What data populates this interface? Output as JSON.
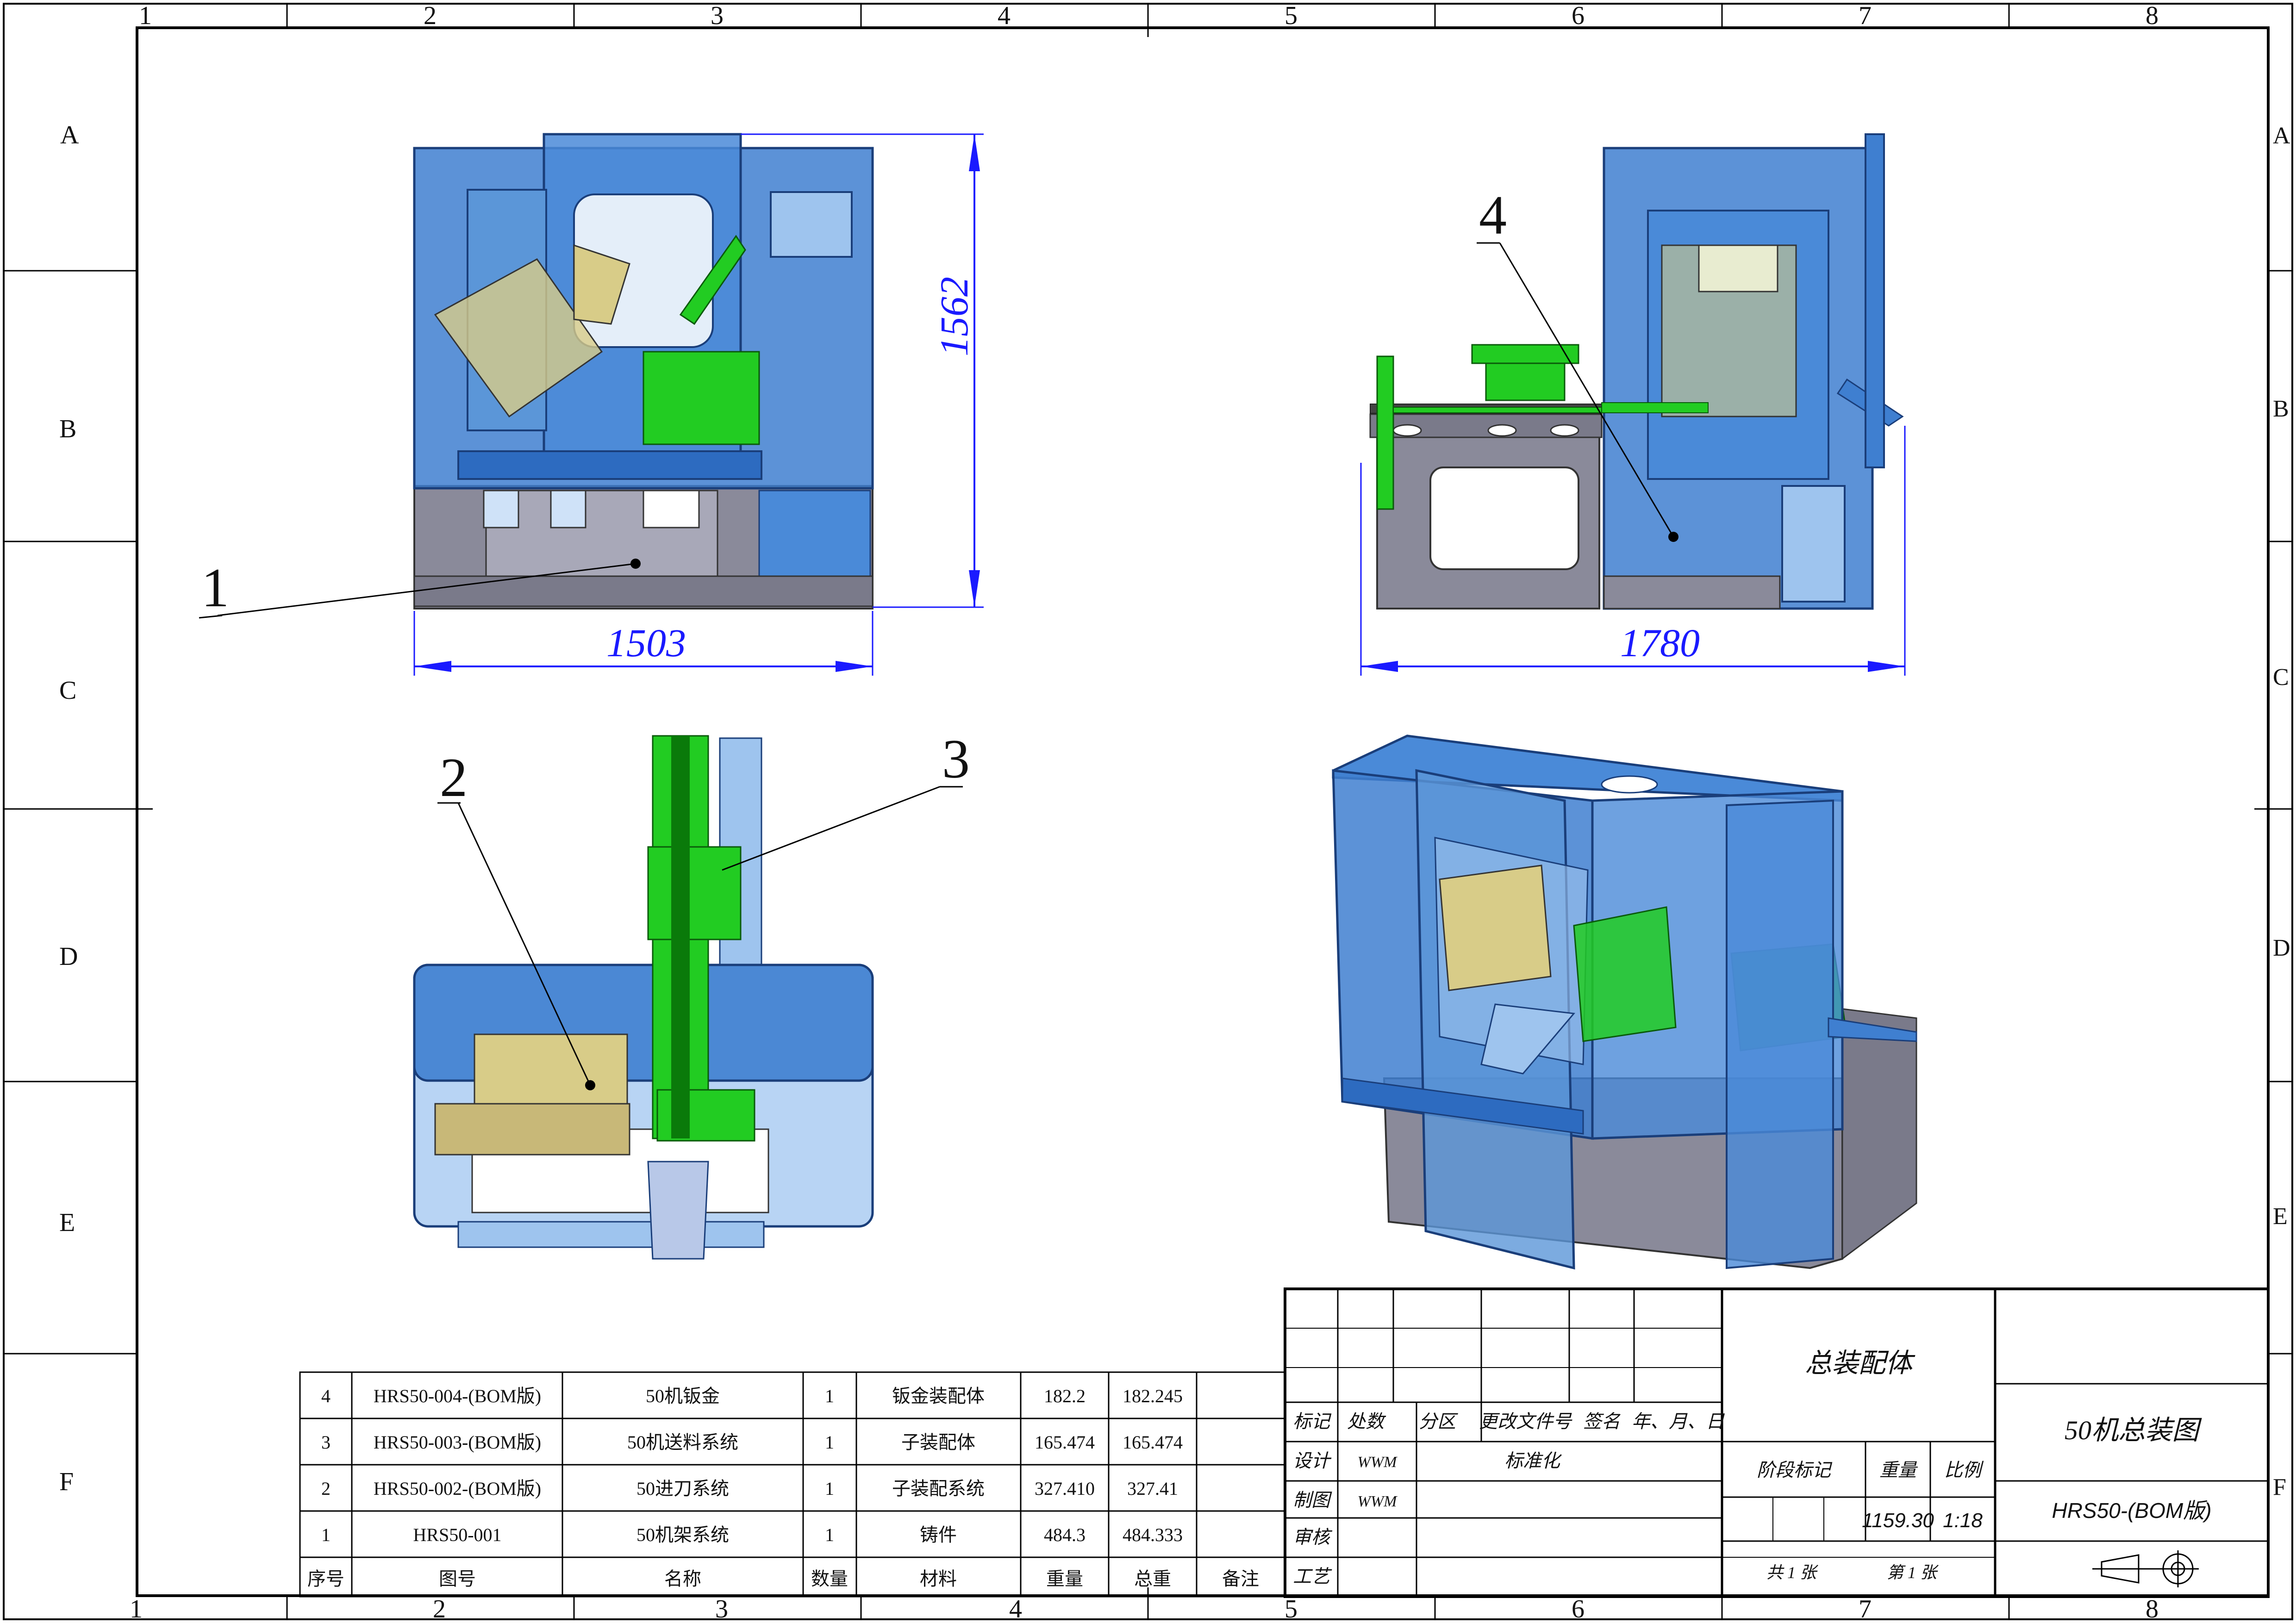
{
  "frame": {
    "cols_top": [
      "1",
      "2",
      "3",
      "4",
      "5",
      "6",
      "7",
      "8"
    ],
    "cols_bottom": [
      "1",
      "2",
      "3",
      "4",
      "5",
      "6",
      "7",
      "8"
    ],
    "rows_left": [
      "A",
      "B",
      "C",
      "D",
      "E",
      "F"
    ],
    "rows_right": [
      "A",
      "B",
      "C",
      "D",
      "E",
      "F"
    ]
  },
  "views": {
    "front": {
      "dim_width": "1503",
      "dim_height": "1562",
      "balloon": "1"
    },
    "side": {
      "dim_width": "1780",
      "balloon": "4"
    },
    "top": {
      "balloon_left": "2",
      "balloon_right": "3"
    }
  },
  "bom": {
    "rows": [
      {
        "no": "4",
        "code": "HRS50-004-(BOM版)",
        "name": "50机钣金",
        "qty": "1",
        "material": "钣金装配体",
        "weight": "182.2",
        "total": "182.245",
        "note": ""
      },
      {
        "no": "3",
        "code": "HRS50-003-(BOM版)",
        "name": "50机送料系统",
        "qty": "1",
        "material": "子装配体",
        "weight": "165.474",
        "total": "165.474",
        "note": ""
      },
      {
        "no": "2",
        "code": "HRS50-002-(BOM版)",
        "name": "50进刀系统",
        "qty": "1",
        "material": "子装配系统",
        "weight": "327.410",
        "total": "327.41",
        "note": ""
      },
      {
        "no": "1",
        "code": "HRS50-001",
        "name": "50机架系统",
        "qty": "1",
        "material": "铸件",
        "weight": "484.3",
        "total": "484.333",
        "note": ""
      }
    ],
    "header": {
      "no": "序号",
      "code": "图号",
      "name": "名称",
      "qty": "数量",
      "material": "材料",
      "weight": "重量",
      "total": "总重",
      "note": "备注"
    }
  },
  "title_block": {
    "mark": "标记",
    "count": "处数",
    "zone": "分区",
    "change_doc": "更改文件号",
    "sign": "签名",
    "date": "年、月、日",
    "design": "设计",
    "design_name": "WWM",
    "standard": "标准化",
    "draw": "制图",
    "draw_name": "WWM",
    "review": "审核",
    "process": "工艺",
    "material_name": "总装配体",
    "stage_mark": "阶段标记",
    "weight_label": "重量",
    "scale_label": "比例",
    "weight_value": "1159.30",
    "scale_value": "1:18",
    "sheets_total": "共 1 张",
    "sheet_no": "第 1 张",
    "drawing_title": "50机总装图",
    "drawing_code": "HRS50-(BOM版)"
  },
  "colors": {
    "dimension": "#1a1aff",
    "enclosure": "#3f7fd0",
    "frame_gray": "#8a8a9a",
    "component_green": "#22cc22",
    "component_yellow": "#d8cc88"
  }
}
